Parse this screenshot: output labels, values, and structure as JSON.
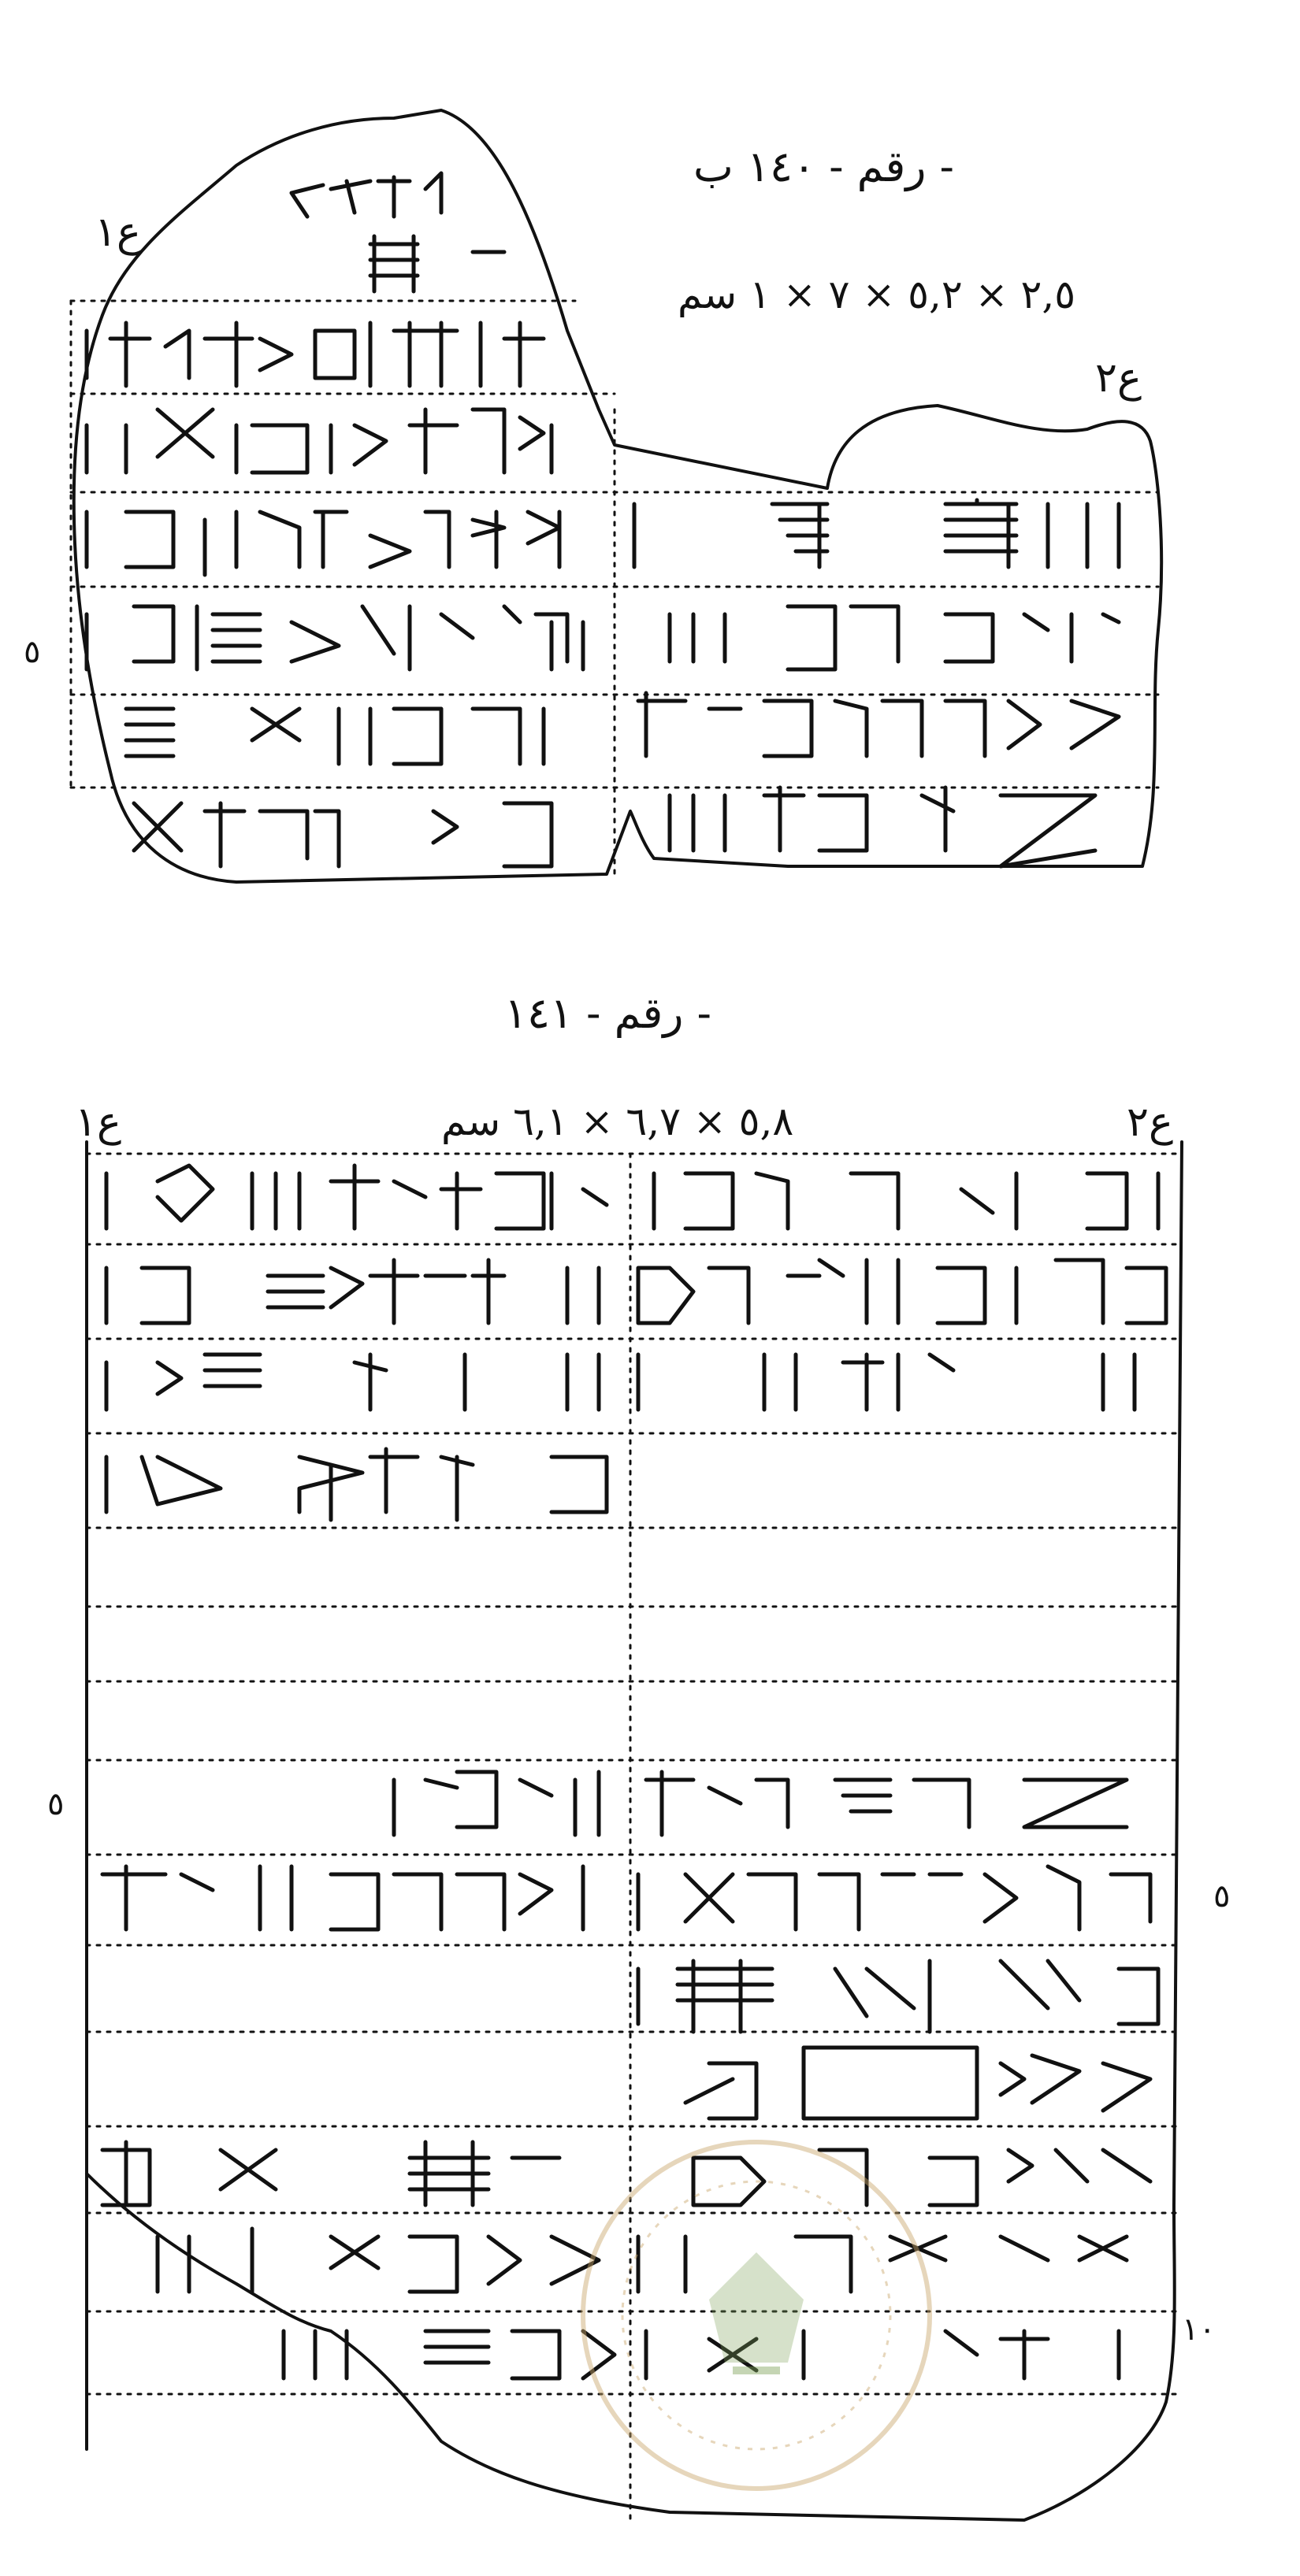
{
  "colors": {
    "ink": "#111111",
    "paper": "#ffffff",
    "watermark": "#c9a56a",
    "watermark_green": "#7fa35a"
  },
  "tablet_top": {
    "title": "رقم - ١٤٠ ب -",
    "dimensions": "٢,٥ × ٥,٢ × ٧ × ١ سم",
    "side_left": "ع١",
    "side_right": "ع٢",
    "line_number": "٥"
  },
  "tablet_bottom": {
    "title": "رقم - ١٤١ -",
    "dimensions": "٥,٨ × ٦,٧ × ٦,١ سم",
    "side_left": "ع١",
    "side_right": "ع٢",
    "line_number_left": "٥",
    "line_number_right": "٥",
    "line_number_bottom": "١٠"
  },
  "watermark": {
    "icon": "library-seal-icon"
  }
}
